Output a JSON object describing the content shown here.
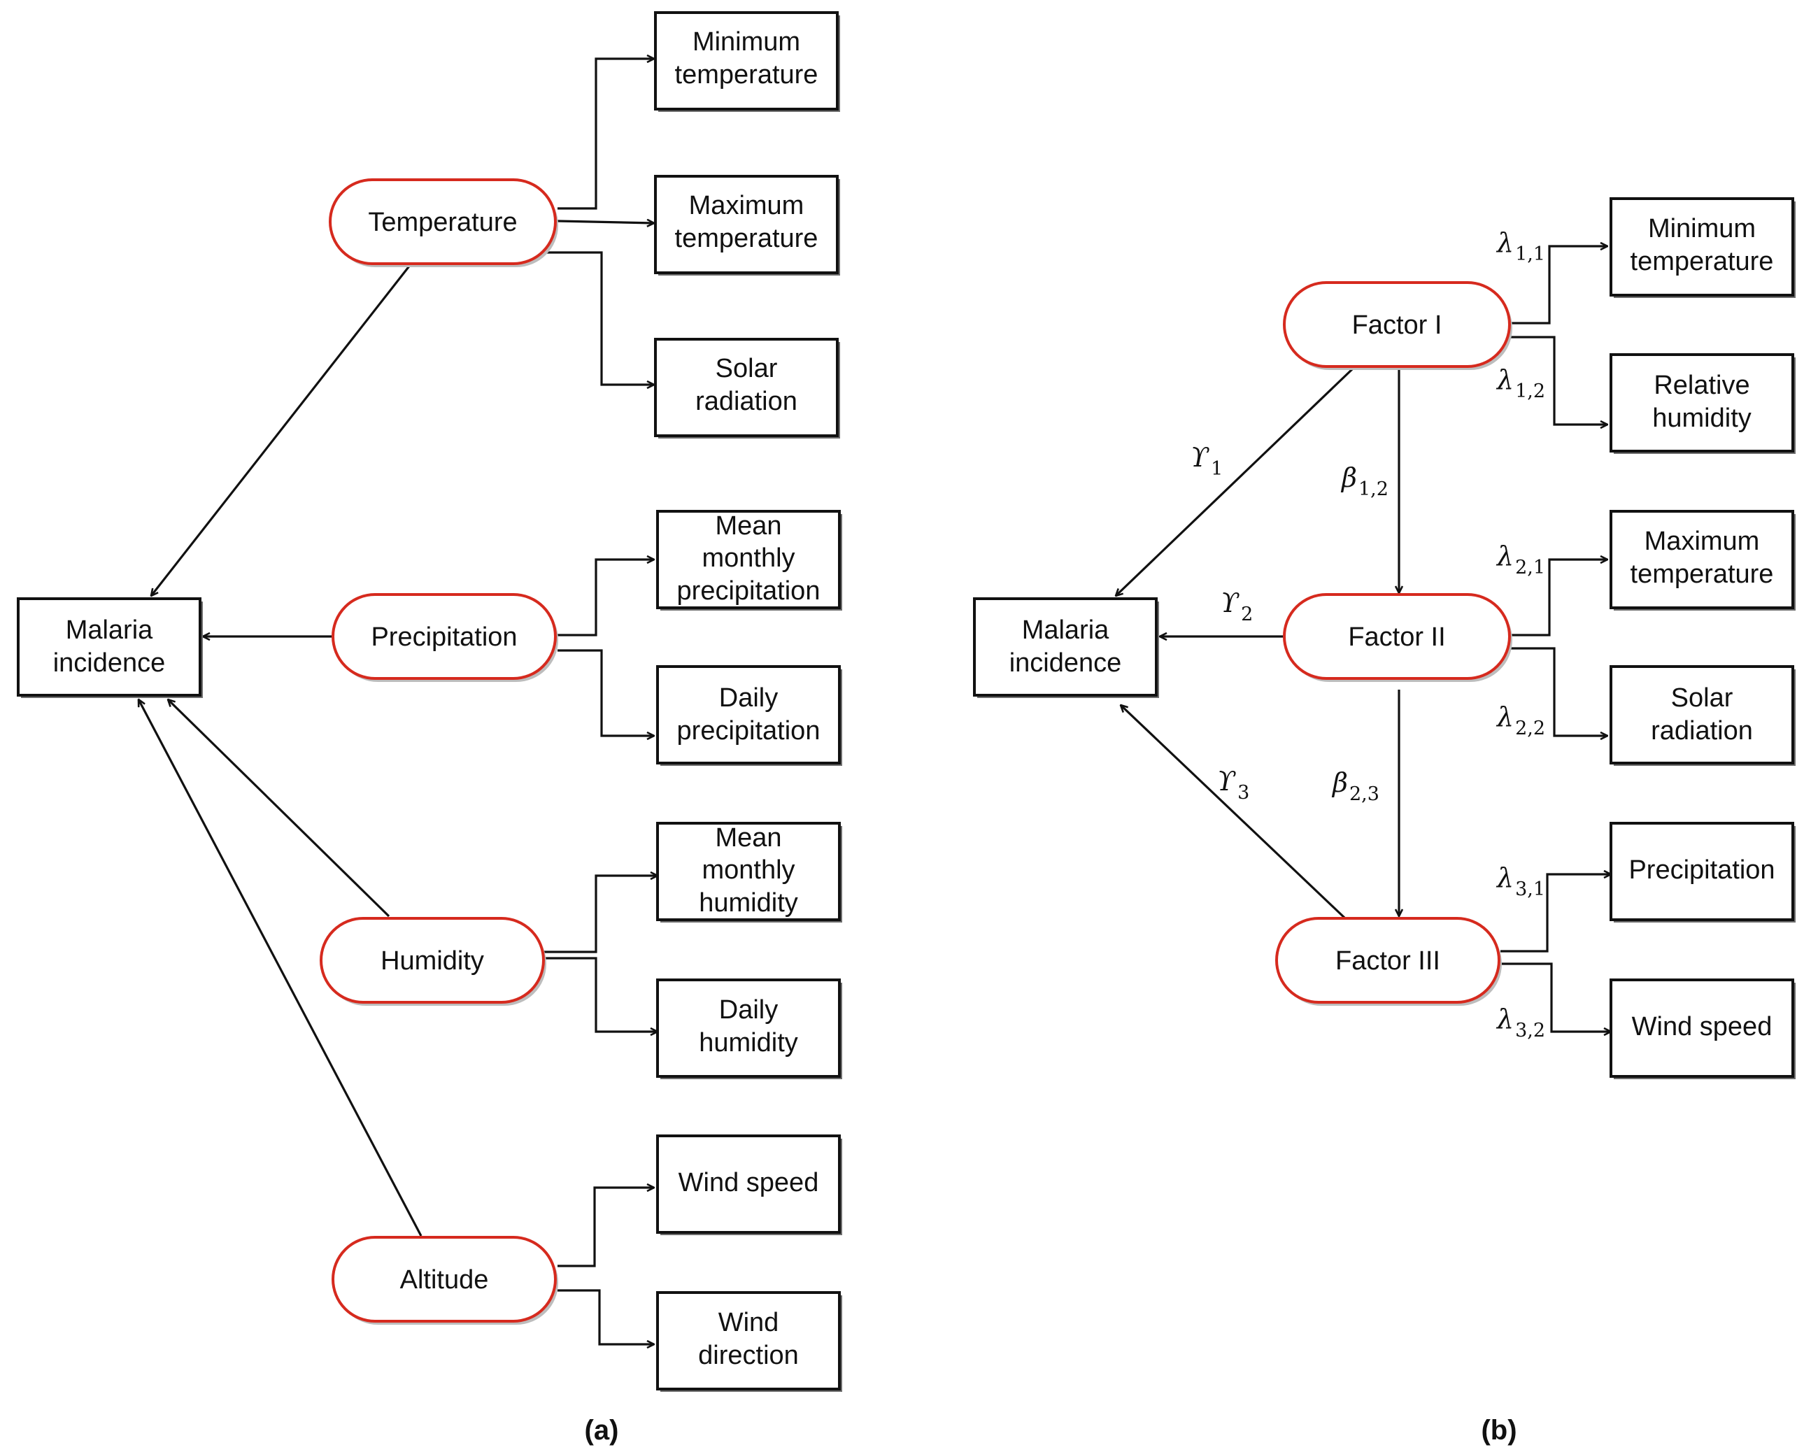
{
  "panel_a": {
    "label": "(a)",
    "outcome": [
      "Malaria",
      "incidence"
    ],
    "latents": {
      "temperature": "Temperature",
      "precipitation": "Precipitation",
      "humidity": "Humidity",
      "altitude": "Altitude"
    },
    "indicators": {
      "min_temp": [
        "Minimum",
        "temperature"
      ],
      "max_temp": [
        "Maximum",
        "temperature"
      ],
      "solar": [
        "Solar",
        "radiation"
      ],
      "mean_precip": [
        "Mean",
        "monthly",
        "precipitation"
      ],
      "daily_precip": [
        "Daily",
        "precipitation"
      ],
      "mean_hum": [
        "Mean",
        "monthly",
        "humidity"
      ],
      "daily_hum": [
        "Daily",
        "humidity"
      ],
      "wind_speed": [
        "Wind speed"
      ],
      "wind_dir": [
        "Wind",
        "direction"
      ]
    }
  },
  "panel_b": {
    "label": "(b)",
    "outcome": [
      "Malaria",
      "incidence"
    ],
    "factors": {
      "f1": "Factor I",
      "f2": "Factor II",
      "f3": "Factor III"
    },
    "indicators": {
      "min_temp": [
        "Minimum",
        "temperature"
      ],
      "rel_hum": [
        "Relative",
        "humidity"
      ],
      "max_temp": [
        "Maximum",
        "temperature"
      ],
      "solar": [
        "Solar",
        "radiation"
      ],
      "precip": [
        "Precipitation"
      ],
      "wind_speed": [
        "Wind speed"
      ]
    },
    "coefficients": {
      "gamma1": {
        "sym": "ϒ",
        "sub": "1"
      },
      "gamma2": {
        "sym": "ϒ",
        "sub": "2"
      },
      "gamma3": {
        "sym": "ϒ",
        "sub": "3"
      },
      "beta12": {
        "sym": "β",
        "sub": "1,2"
      },
      "beta23": {
        "sym": "β",
        "sub": "2,3"
      },
      "lambda11": {
        "sym": "λ",
        "sub": "1,1"
      },
      "lambda12": {
        "sym": "λ",
        "sub": "1,2"
      },
      "lambda21": {
        "sym": "λ",
        "sub": "2,1"
      },
      "lambda22": {
        "sym": "λ",
        "sub": "2,2"
      },
      "lambda31": {
        "sym": "λ",
        "sub": "3,1"
      },
      "lambda32": {
        "sym": "λ",
        "sub": "3,2"
      }
    }
  }
}
